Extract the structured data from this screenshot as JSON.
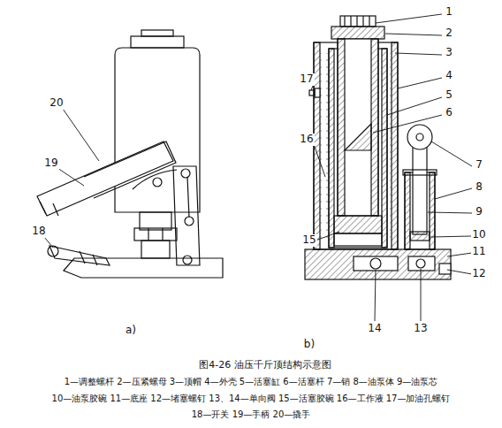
{
  "diagram": {
    "caption": "图4-26 油压千斤顶结构示意图",
    "labels": [
      "1",
      "2",
      "3",
      "4",
      "5",
      "6",
      "7",
      "8",
      "9",
      "10",
      "11",
      "12",
      "13",
      "14",
      "15",
      "16",
      "17",
      "18",
      "19",
      "20",
      "a)",
      "b)",
      "1—调整螺杆 2—压紧螺母 3—顶帽 4—外壳 5—活塞缸 6—活塞杆 7—销 8—油泵体 9—油泵芯",
      "10—油泵胶碗 11—底座 12—堵塞螺钉 13、14—单向阀 15—活塞胶碗 16—工作液 17—加油孔螺钉",
      "18—开关 19—手柄 20—撬手"
    ]
  }
}
